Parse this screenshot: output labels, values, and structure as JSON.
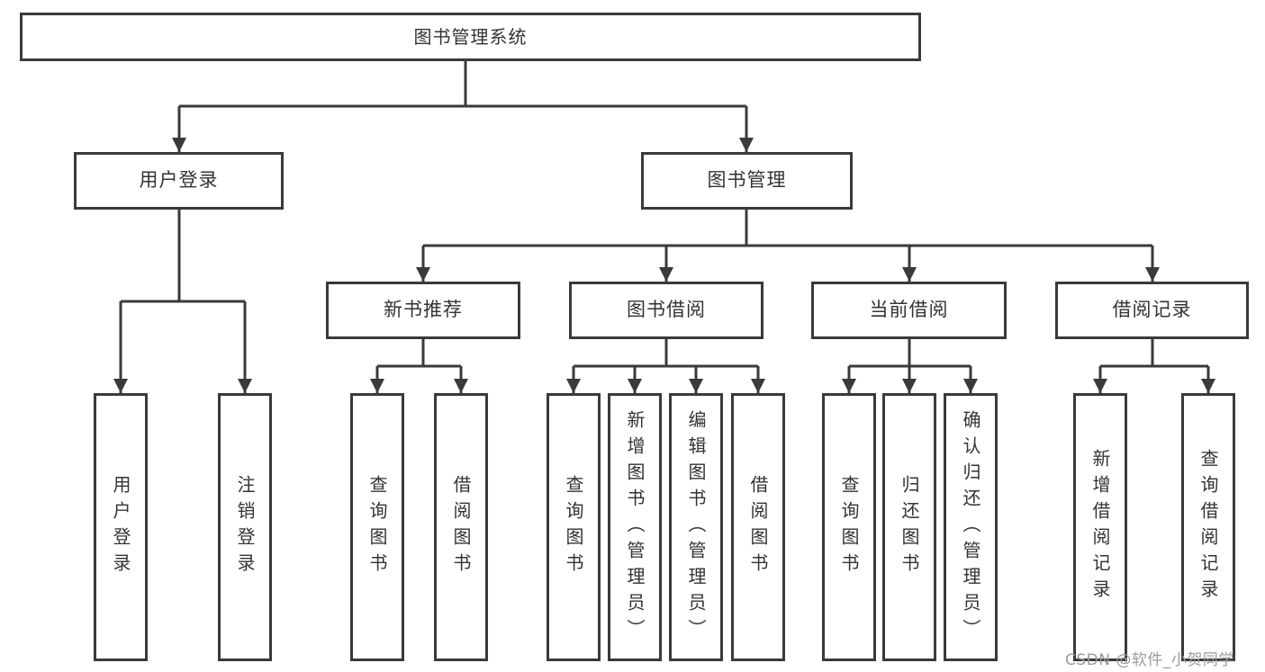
{
  "colors": {
    "line": "#3a3a3a",
    "box_border": "#3a3a3a",
    "text": "#333333",
    "watermark": "#9b9b9b",
    "background": "#ffffff"
  },
  "tree": {
    "label": "图书管理系统",
    "children": [
      {
        "label": "用户登录",
        "children": [
          {
            "label": "用户登录"
          },
          {
            "label": "注销登录"
          }
        ]
      },
      {
        "label": "图书管理",
        "children": [
          {
            "label": "新书推荐",
            "children": [
              {
                "label": "查询图书"
              },
              {
                "label": "借阅图书"
              }
            ]
          },
          {
            "label": "图书借阅",
            "children": [
              {
                "label": "查询图书"
              },
              {
                "label": "新增图书（管理员）"
              },
              {
                "label": "编辑图书（管理员）"
              },
              {
                "label": "借阅图书"
              }
            ]
          },
          {
            "label": "当前借阅",
            "children": [
              {
                "label": "查询图书"
              },
              {
                "label": "归还图书"
              },
              {
                "label": "确认归还（管理员）"
              }
            ]
          },
          {
            "label": "借阅记录",
            "children": [
              {
                "label": "新增借阅记录"
              },
              {
                "label": "查询借阅记录"
              }
            ]
          }
        ]
      }
    ]
  },
  "watermark": {
    "text": "CSDN @软件_小贺同学"
  }
}
